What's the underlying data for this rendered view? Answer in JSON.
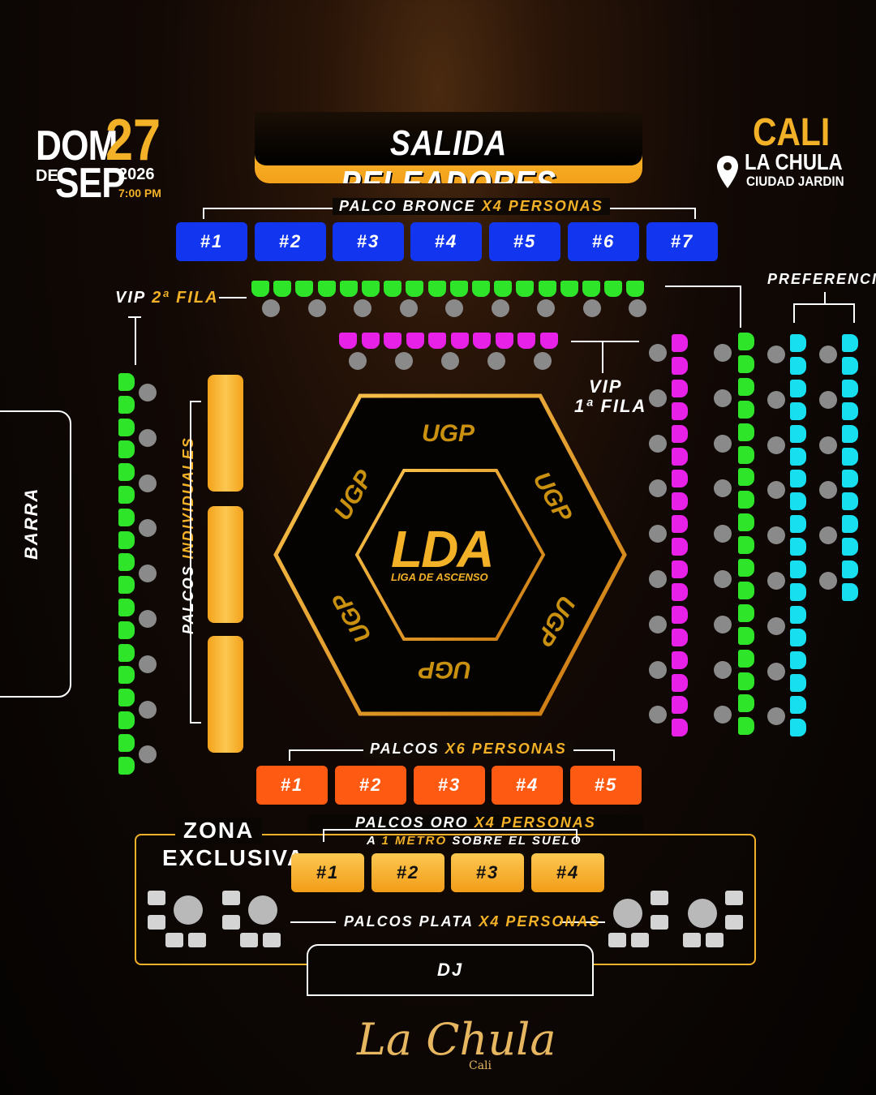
{
  "header": {
    "day_name": "DOM",
    "day_number": "27",
    "de": "DE",
    "month": "SEP",
    "year": "2026",
    "time": "7:00 PM",
    "city": "CALI",
    "venue": "LA CHULA",
    "area": "CIUDAD JARDIN",
    "banner": "SALIDA PELEADORES"
  },
  "sections": {
    "bronce": {
      "label": "PALCO BRONCE",
      "capacity": "X4 PERSONAS",
      "boxes": [
        "#1",
        "#2",
        "#3",
        "#4",
        "#5",
        "#6",
        "#7"
      ]
    },
    "vip2": {
      "label": "VIP",
      "row": "2ª FILA"
    },
    "vip1": {
      "label": "VIP",
      "row": "1ª FILA"
    },
    "preferencial": {
      "label": "PREFERENCIAL"
    },
    "individuales": {
      "label": "PALCOS",
      "suffix": "INDIVIDUALES"
    },
    "x6": {
      "label": "PALCOS",
      "capacity": "X6 PERSONAS",
      "boxes": [
        "#1",
        "#2",
        "#3",
        "#4",
        "#5"
      ]
    },
    "oro": {
      "label": "PALCOS ORO",
      "capacity": "X4 PERSONAS",
      "sub_a": "A",
      "sub_b": "1 METRO",
      "sub_c": "SOBRE EL SUELO",
      "boxes": [
        "#1",
        "#2",
        "#3",
        "#4"
      ]
    },
    "plata": {
      "label": "PALCOS PLATA",
      "capacity": "X4 PERSONAS"
    },
    "zona_1": "ZONA",
    "zona_2": "EXCLUSIVA",
    "barra": "BARRA",
    "dj": "DJ"
  },
  "ring": {
    "center_title": "LDA",
    "center_sub": "LIGA DE ASCENSO",
    "mark": "UGP"
  },
  "footer": {
    "logo": "La Chula",
    "logo_sub": "Cali"
  },
  "colors": {
    "gold": "#f3b128",
    "blue": "#1236f0",
    "orange": "#ff5a12",
    "green": "#2fe52a",
    "pink": "#e821e8",
    "cyan": "#17dff0"
  }
}
